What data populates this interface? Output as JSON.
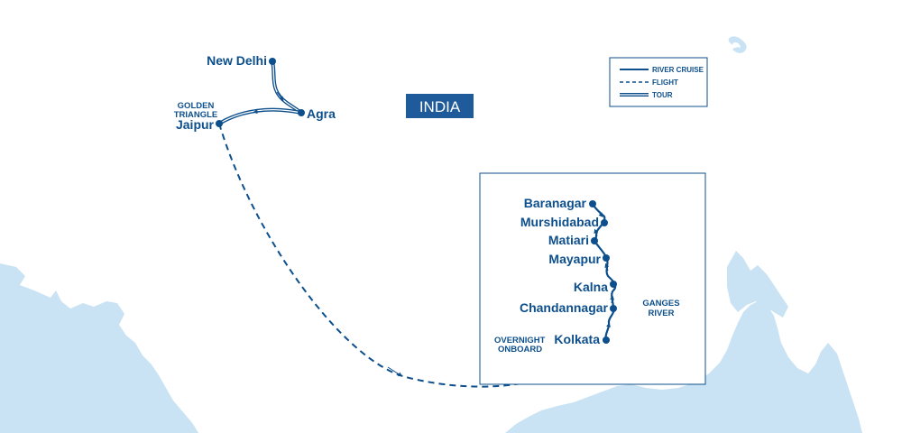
{
  "country_label": "INDIA",
  "colors": {
    "route": "#0d4f8c",
    "land": "#c9e3f4",
    "label_bg": "#1f5b9b"
  },
  "legend": {
    "river_cruise": "RIVER CRUISE",
    "flight": "FLIGHT",
    "tour": "TOUR"
  },
  "golden_triangle": {
    "line1": "GOLDEN",
    "line2": "TRIANGLE"
  },
  "cities": {
    "new_delhi": "New Delhi",
    "agra": "Agra",
    "jaipur": "Jaipur",
    "baranagar": "Baranagar",
    "murshidabad": "Murshidabad",
    "matiari": "Matiari",
    "mayapur": "Mayapur",
    "kalna": "Kalna",
    "chandannagar": "Chandannagar",
    "kolkata": "Kolkata"
  },
  "overnight": {
    "line1": "OVERNIGHT",
    "line2": "ONBOARD"
  },
  "river": {
    "line1": "GANGES",
    "line2": "RIVER"
  }
}
